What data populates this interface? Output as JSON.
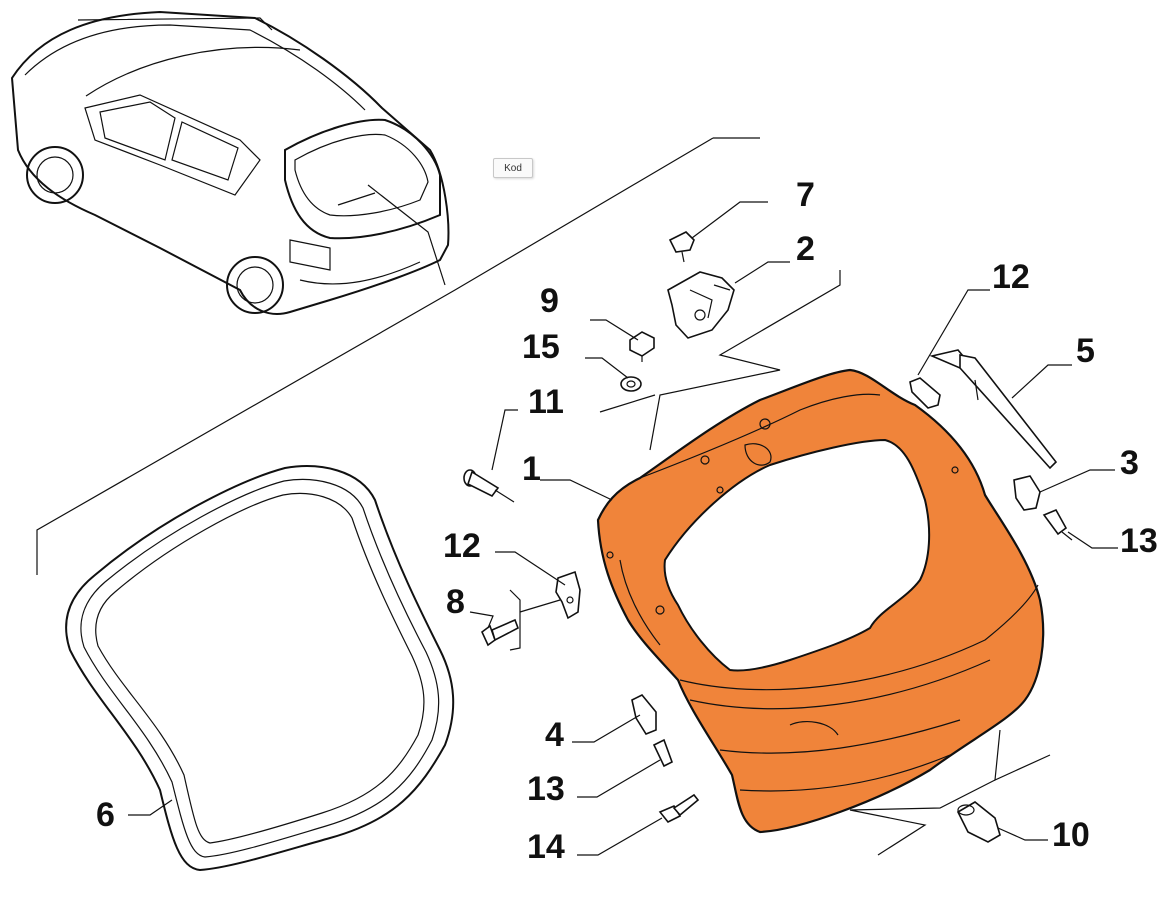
{
  "badge": {
    "label": "Kod"
  },
  "highlight_color": "#f0843a",
  "callouts": [
    {
      "id": "1",
      "text": "1"
    },
    {
      "id": "2",
      "text": "2"
    },
    {
      "id": "3",
      "text": "3"
    },
    {
      "id": "4",
      "text": "4"
    },
    {
      "id": "5",
      "text": "5"
    },
    {
      "id": "6",
      "text": "6"
    },
    {
      "id": "7",
      "text": "7"
    },
    {
      "id": "8",
      "text": "8"
    },
    {
      "id": "9",
      "text": "9"
    },
    {
      "id": "10",
      "text": "10"
    },
    {
      "id": "11",
      "text": "11"
    },
    {
      "id": "12a",
      "text": "12"
    },
    {
      "id": "12b",
      "text": "12"
    },
    {
      "id": "13a",
      "text": "13"
    },
    {
      "id": "13b",
      "text": "13"
    },
    {
      "id": "14",
      "text": "14"
    },
    {
      "id": "15",
      "text": "15"
    }
  ]
}
